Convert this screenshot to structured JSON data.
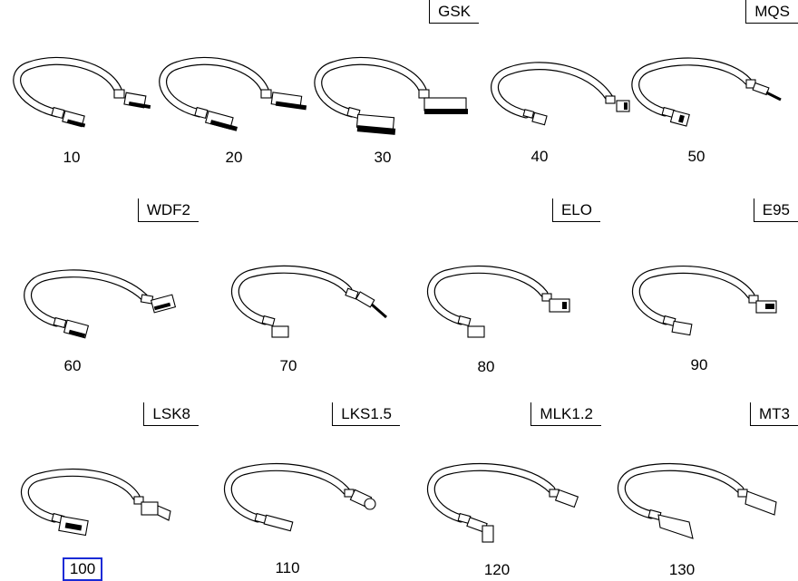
{
  "groups": [
    {
      "code": "GSK",
      "items": [
        "10",
        "20",
        "30"
      ]
    },
    {
      "code": "MQS",
      "items": [
        "40",
        "50"
      ]
    },
    {
      "code": "WDF2",
      "items": [
        "60"
      ]
    },
    {
      "code": "ELO",
      "items": [
        "70",
        "80"
      ]
    },
    {
      "code": "E95",
      "items": [
        "90"
      ]
    },
    {
      "code": "LSK8",
      "items": [
        "100"
      ]
    },
    {
      "code": "LKS1.5",
      "items": [
        "110"
      ]
    },
    {
      "code": "MLK1.2",
      "items": [
        "120"
      ]
    },
    {
      "code": "MT3",
      "items": [
        "130"
      ]
    }
  ],
  "selected_item": "100"
}
